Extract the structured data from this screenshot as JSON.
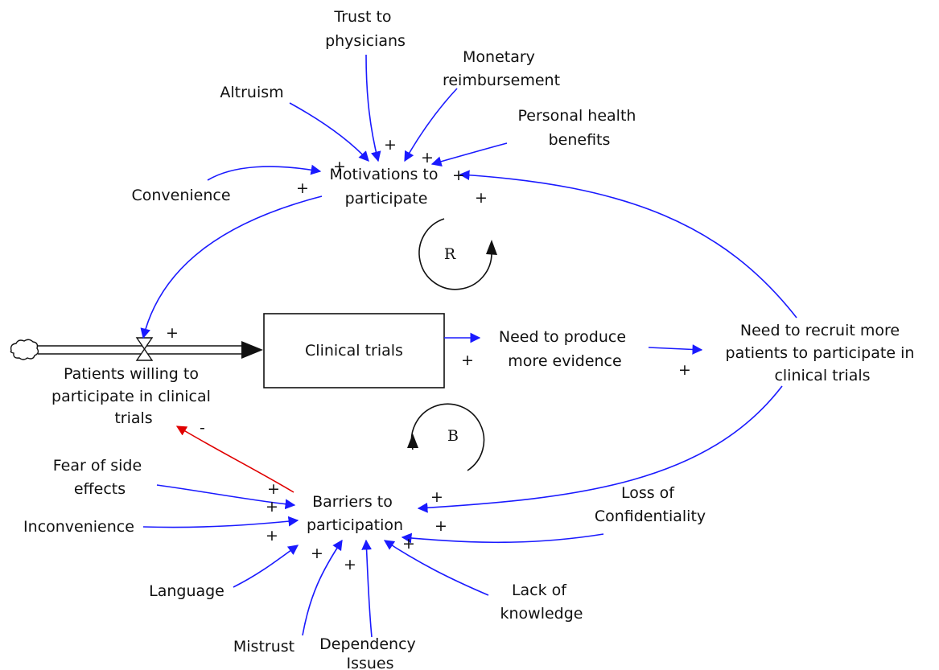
{
  "diagram": {
    "variables": {
      "trust": [
        "Trust to",
        "physicians"
      ],
      "monetary": [
        "Monetary",
        "reimbursement"
      ],
      "altruism": [
        "Altruism"
      ],
      "personal_health": [
        "Personal health",
        "benefits"
      ],
      "convenience": [
        "Convenience"
      ],
      "motivations": [
        "Motivations to",
        "participate"
      ],
      "clinical_trials": [
        "Clinical trials"
      ],
      "need_evidence": [
        "Need to produce",
        "more evidence"
      ],
      "need_recruit": [
        "Need to recruit more",
        "patients to participate in",
        "clinical trials"
      ],
      "patients_willing": [
        "Patients willing to",
        "participate in clinical",
        "trials"
      ],
      "fear": [
        "Fear of side",
        "effects"
      ],
      "inconvenience": [
        "Inconvenience"
      ],
      "barriers": [
        "Barriers to",
        "participation"
      ],
      "loss_conf": [
        "Loss of",
        "Confidentiality"
      ],
      "language": [
        "Language"
      ],
      "mistrust": [
        "Mistrust"
      ],
      "dependency": [
        "Dependency",
        "Issues"
      ],
      "lack_knowledge": [
        "Lack of",
        "knowledge"
      ]
    },
    "loops": {
      "reinforcing": "R",
      "balancing": "B"
    },
    "signs": {
      "positive": "+",
      "negative": "-"
    },
    "colors": {
      "positive_link": "#1a1aff",
      "negative_link": "#e00000",
      "stock_border": "#111111",
      "text": "#111111"
    }
  }
}
